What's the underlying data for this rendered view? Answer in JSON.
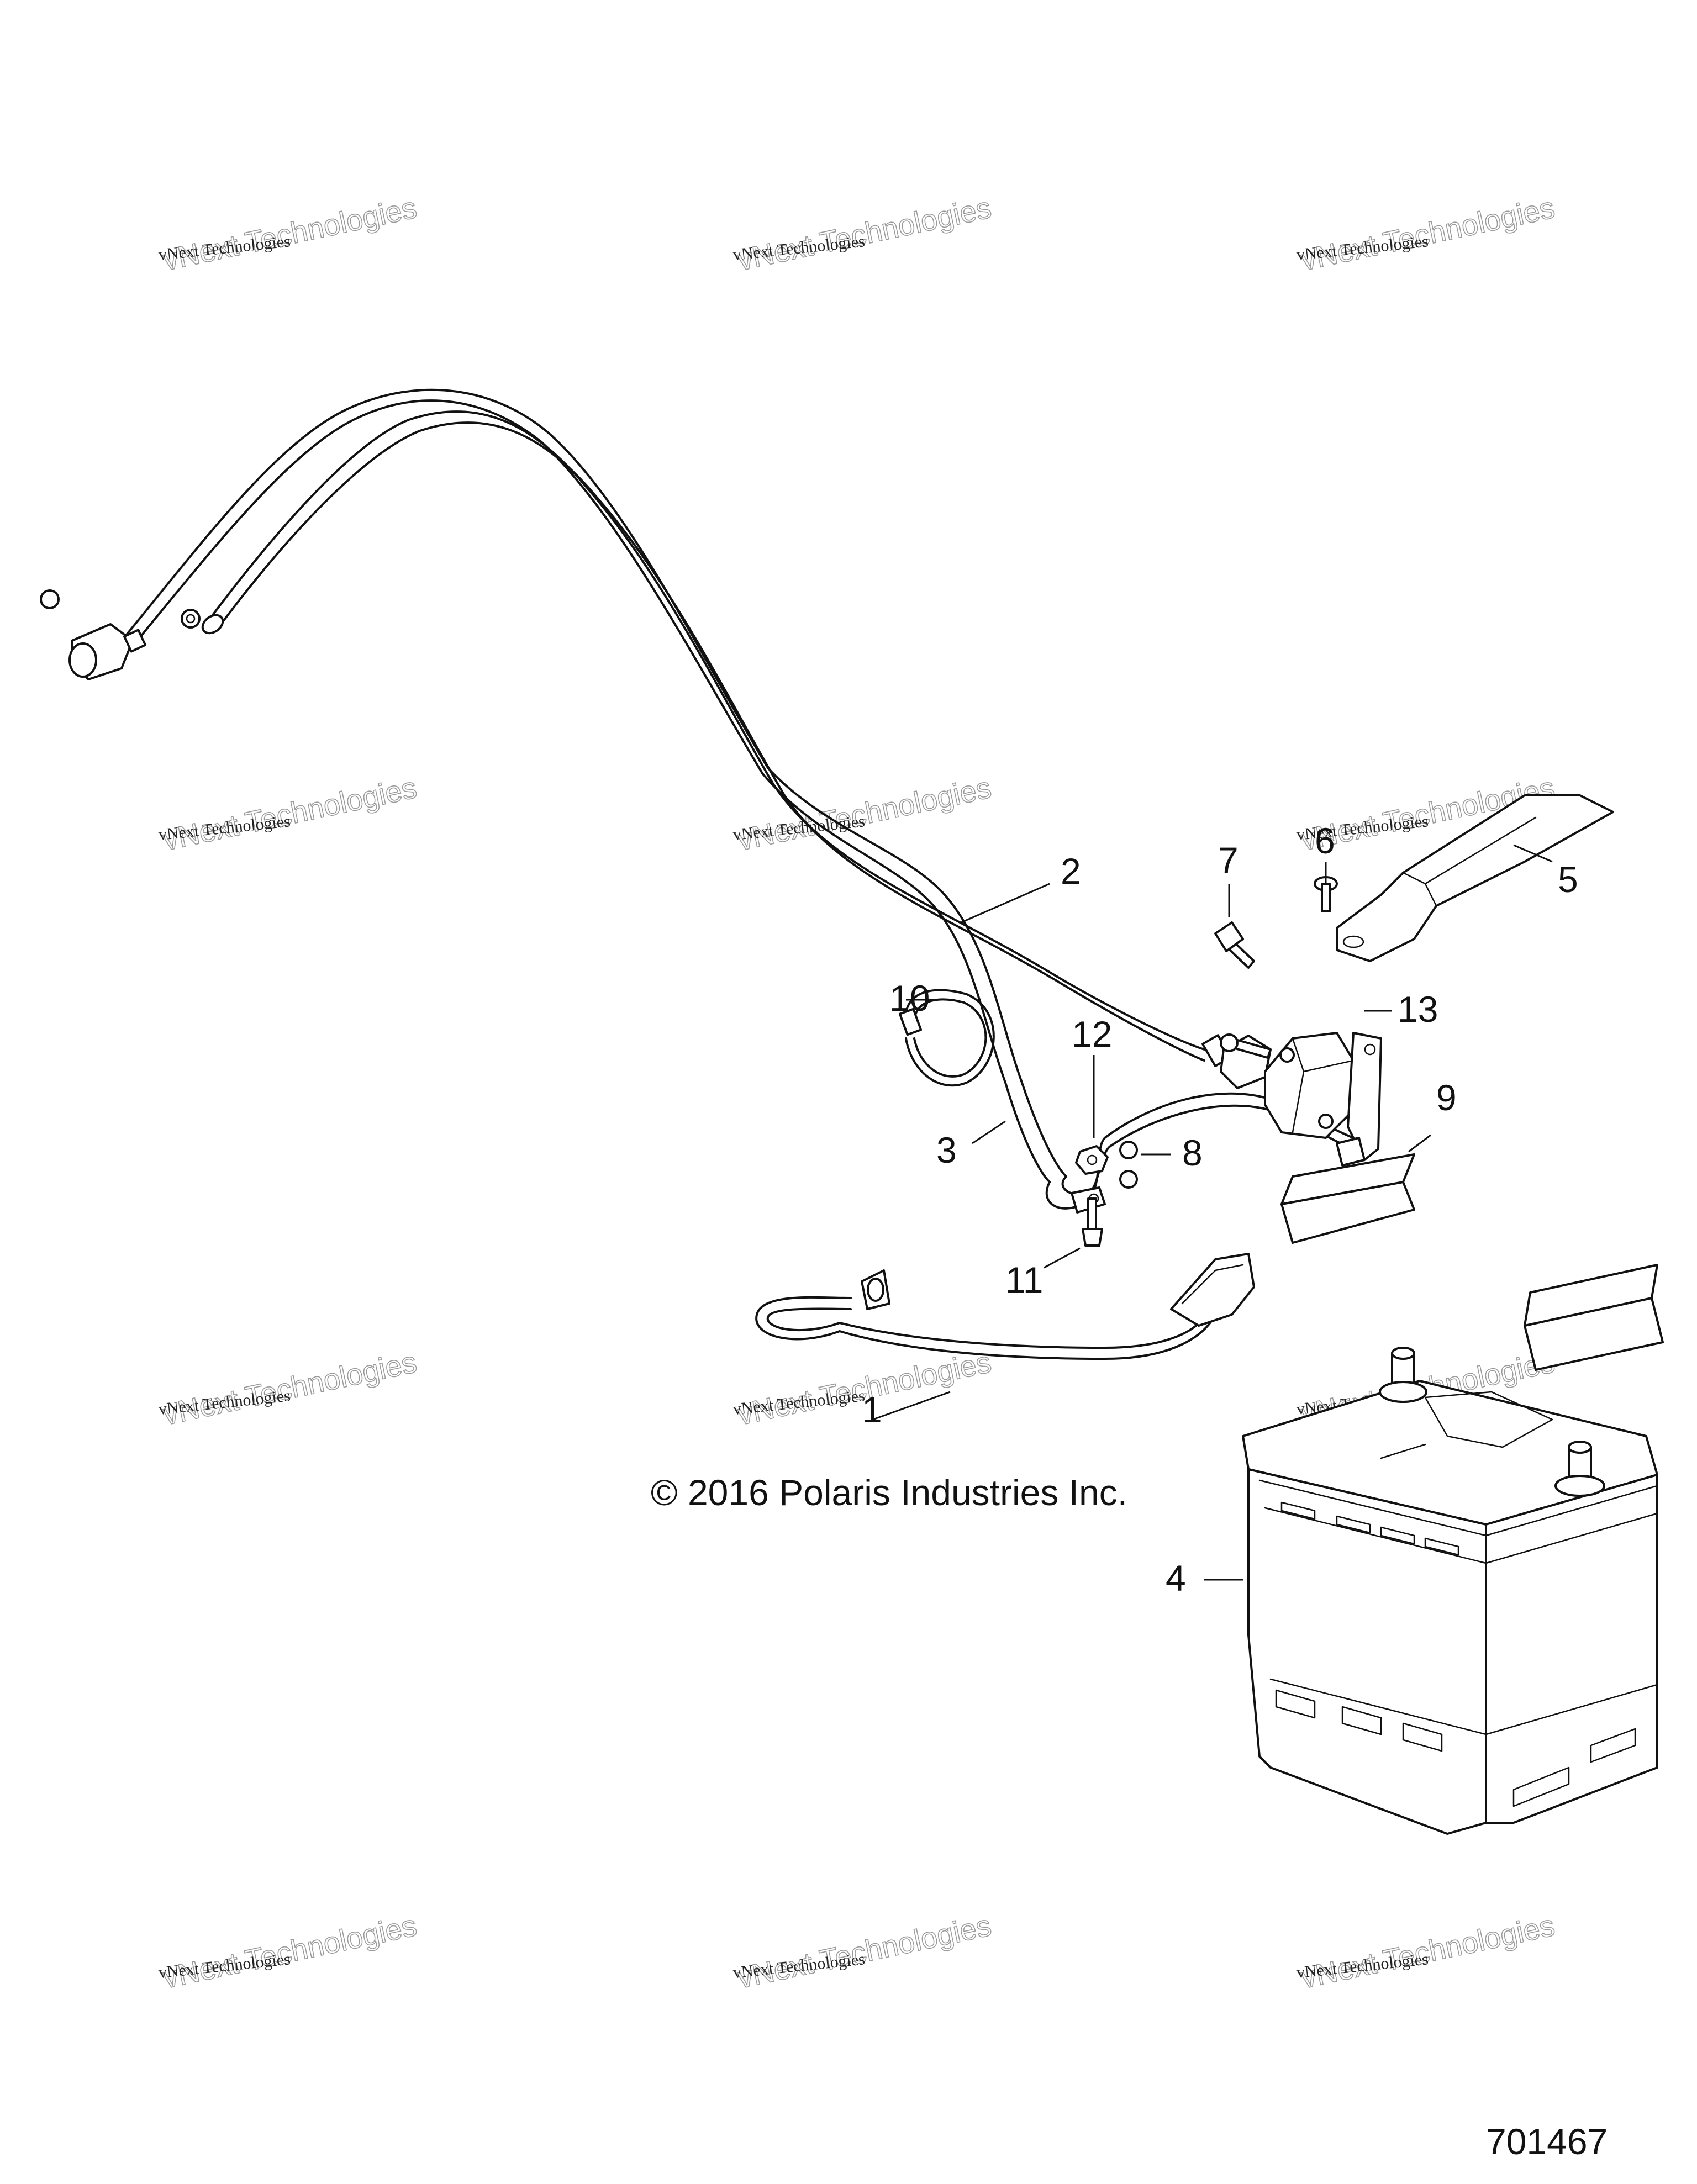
{
  "diagram": {
    "callouts": [
      "1",
      "2",
      "3",
      "4",
      "5",
      "6",
      "7",
      "8",
      "9",
      "10",
      "11",
      "12",
      "13"
    ],
    "copyright": "© 2016 Polaris Industries Inc.",
    "figure_number": "701467",
    "watermark": {
      "line1": "vNext Technologies",
      "line2": "vNext Technologies"
    }
  }
}
